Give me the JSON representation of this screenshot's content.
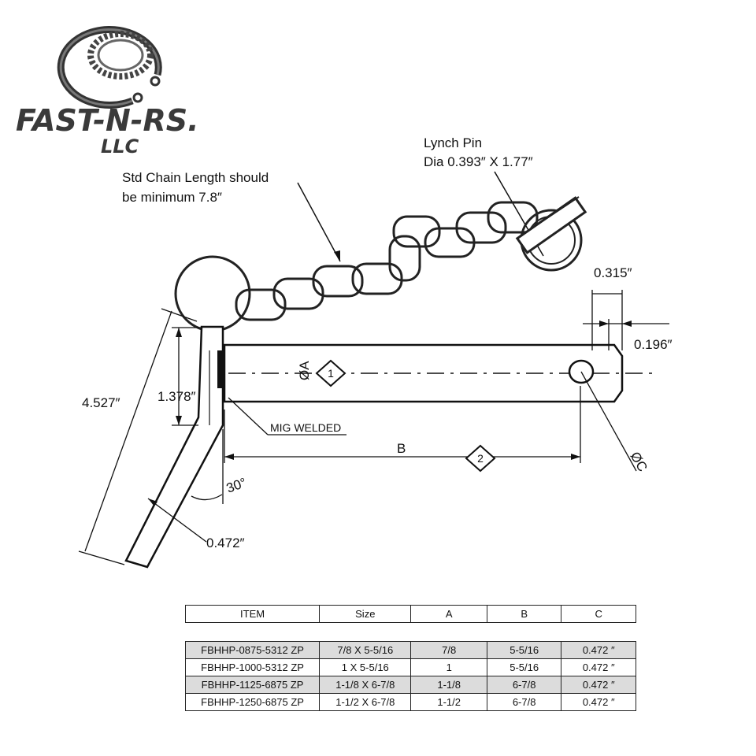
{
  "brand": {
    "name": "FAST-N-RS.",
    "suffix": "LLC"
  },
  "callouts": {
    "chain_line1": "Std Chain Length should",
    "chain_line2": "be minimum 7.8″",
    "lynch_line1": "Lynch Pin",
    "lynch_line2": "Dia 0.393″ X 1.77″",
    "mig_welded": "MIG WELDED"
  },
  "dimensions": {
    "d_0315": "0.315″",
    "d_0196": "0.196″",
    "d_4527": "4.527″",
    "d_1378": "1.378″",
    "d_0472": "0.472″",
    "angle": "30°",
    "dia_a": "ØA",
    "dia_c": "ØC",
    "b": "B",
    "tag1": "1",
    "tag2": "2"
  },
  "table": {
    "headers": [
      "ITEM",
      "Size",
      "A",
      "B",
      "C"
    ],
    "rows": [
      [
        "FBHHP-0875-5312 ZP",
        "7/8 X 5-5/16",
        "7/8",
        "5-5/16",
        "0.472 ″"
      ],
      [
        "FBHHP-1000-5312 ZP",
        "1 X 5-5/16",
        "1",
        "5-5/16",
        "0.472 ″"
      ],
      [
        "FBHHP-1125-6875 ZP",
        "1-1/8 X 6-7/8",
        "1-1/8",
        "6-7/8",
        "0.472 ″"
      ],
      [
        "FBHHP-1250-6875 ZP",
        "1-1/2 X 6-7/8",
        "1-1/2",
        "6-7/8",
        "0.472 ″"
      ]
    ]
  }
}
